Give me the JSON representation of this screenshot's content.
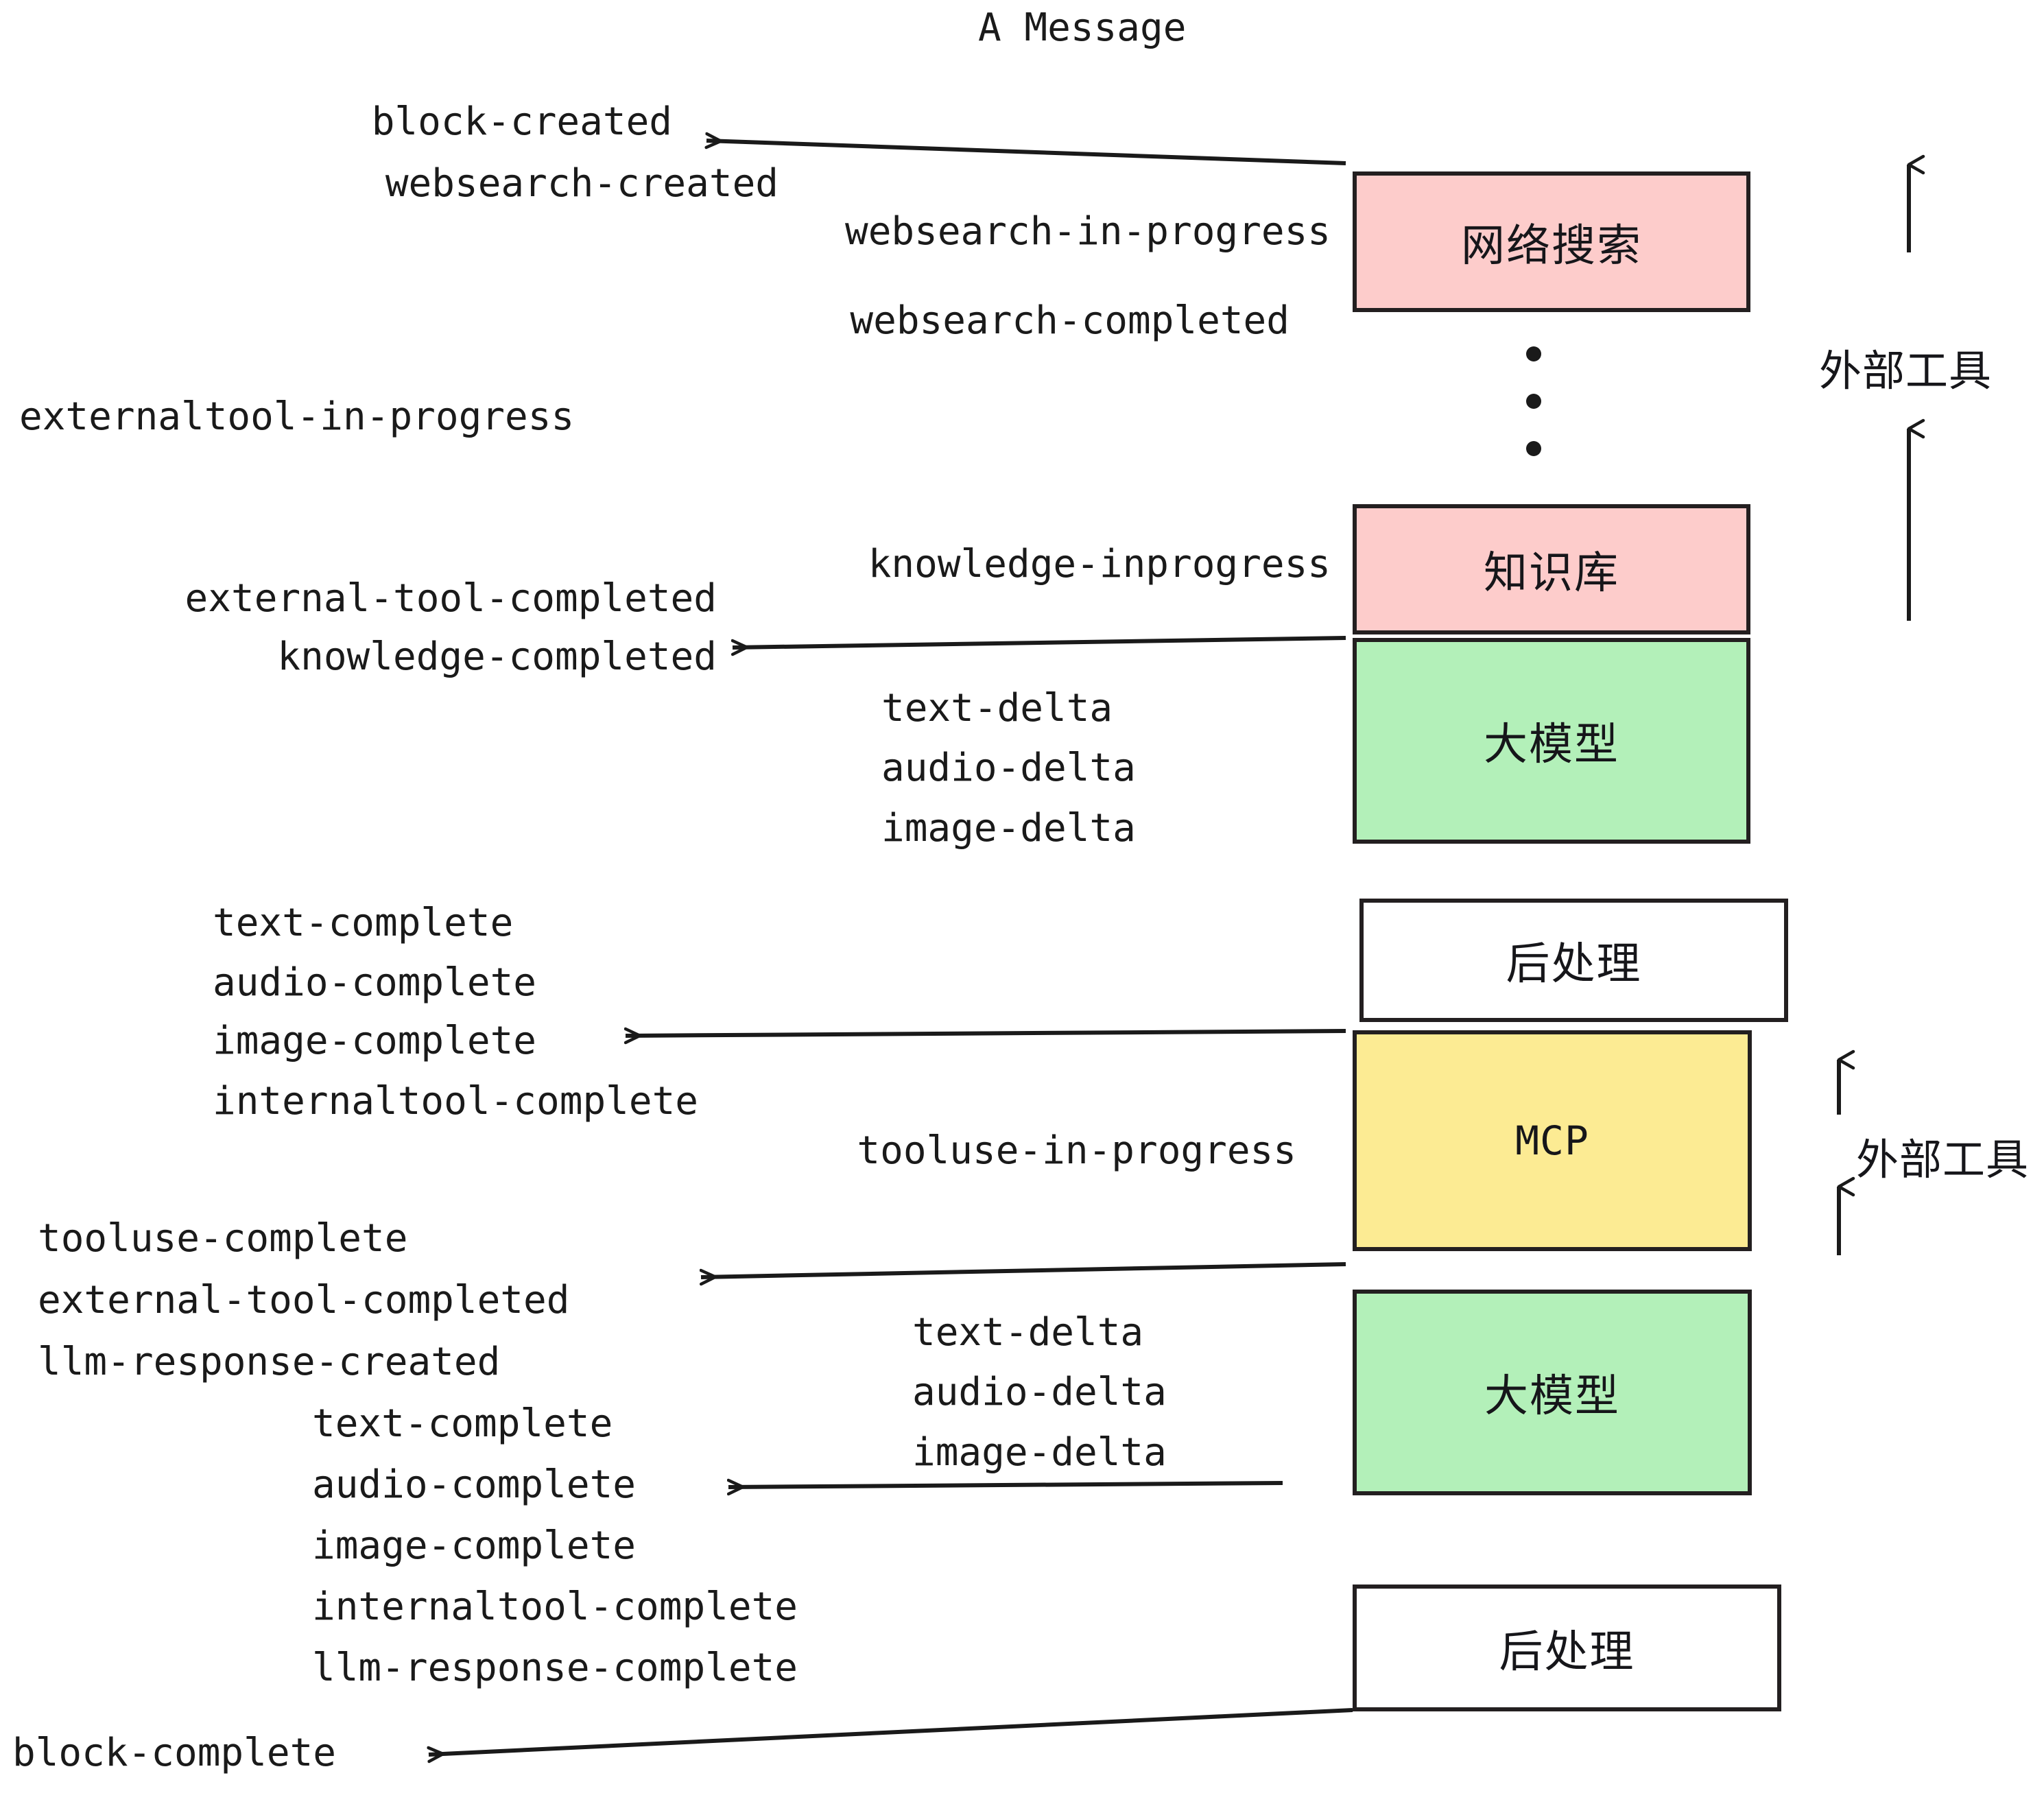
{
  "title": "A Message",
  "colors": {
    "pink": "#FDCCCB",
    "green": "#B3F0B9",
    "yellow": "#FCEB93",
    "white": "#FFFFFF",
    "stroke": "#231f20",
    "text": "#1a1a1a"
  },
  "nodes": [
    {
      "id": "websearch",
      "label": "网络搜索",
      "fill": "#FDCCCB",
      "script": "cjk"
    },
    {
      "id": "knowledge",
      "label": "知识库",
      "fill": "#FDCCCB",
      "script": "cjk"
    },
    {
      "id": "llm-1",
      "label": "大模型",
      "fill": "#B3F0B9",
      "script": "cjk"
    },
    {
      "id": "postproc-1",
      "label": "后处理",
      "fill": "#FFFFFF",
      "script": "cjk"
    },
    {
      "id": "mcp",
      "label": "MCP",
      "fill": "#FCEB93",
      "script": "latin"
    },
    {
      "id": "llm-2",
      "label": "大模型",
      "fill": "#B3F0B9",
      "script": "cjk"
    },
    {
      "id": "postproc-2",
      "label": "后处理",
      "fill": "#FFFFFF",
      "script": "cjk"
    }
  ],
  "side_labels": [
    {
      "id": "external-tools-top",
      "label": "外部工具"
    },
    {
      "id": "external-tools-bottom",
      "label": "外部工具"
    }
  ],
  "events": [
    {
      "id": "block-created",
      "label": "block-created",
      "align": "right"
    },
    {
      "id": "websearch-created",
      "label": "websearch-created",
      "align": "right"
    },
    {
      "id": "websearch-in-progress",
      "label": "websearch-in-progress",
      "align": "right"
    },
    {
      "id": "websearch-completed",
      "label": "websearch-completed",
      "align": "right"
    },
    {
      "id": "externaltool-in-progress",
      "label": "externaltool-in-progress",
      "align": "left"
    },
    {
      "id": "knowledge-inprogress",
      "label": "knowledge-inprogress",
      "align": "right"
    },
    {
      "id": "external-tool-completed-1",
      "label": "external-tool-completed",
      "align": "right"
    },
    {
      "id": "knowledge-completed",
      "label": "knowledge-completed",
      "align": "right"
    },
    {
      "id": "text-delta-1",
      "label": "text-delta",
      "align": "left"
    },
    {
      "id": "audio-delta-1",
      "label": "audio-delta",
      "align": "left"
    },
    {
      "id": "image-delta-1",
      "label": "image-delta",
      "align": "left"
    },
    {
      "id": "text-complete-1",
      "label": "text-complete",
      "align": "left"
    },
    {
      "id": "audio-complete-1",
      "label": "audio-complete",
      "align": "left"
    },
    {
      "id": "image-complete-1",
      "label": "image-complete",
      "align": "left"
    },
    {
      "id": "internaltool-complete-1",
      "label": "internaltool-complete",
      "align": "left"
    },
    {
      "id": "tooluse-in-progress",
      "label": "tooluse-in-progress",
      "align": "right"
    },
    {
      "id": "tooluse-complete",
      "label": "tooluse-complete",
      "align": "left"
    },
    {
      "id": "external-tool-completed-2",
      "label": "external-tool-completed",
      "align": "left"
    },
    {
      "id": "llm-response-created",
      "label": "llm-response-created",
      "align": "left"
    },
    {
      "id": "text-delta-2",
      "label": "text-delta",
      "align": "left"
    },
    {
      "id": "audio-delta-2",
      "label": "audio-delta",
      "align": "left"
    },
    {
      "id": "image-delta-2",
      "label": "image-delta",
      "align": "left"
    },
    {
      "id": "text-complete-2",
      "label": "text-complete",
      "align": "left"
    },
    {
      "id": "audio-complete-2",
      "label": "audio-complete",
      "align": "left"
    },
    {
      "id": "image-complete-2",
      "label": "image-complete",
      "align": "left"
    },
    {
      "id": "internaltool-complete-2",
      "label": "internaltool-complete",
      "align": "left"
    },
    {
      "id": "llm-response-complete",
      "label": "llm-response-complete",
      "align": "left"
    },
    {
      "id": "block-complete",
      "label": "block-complete",
      "align": "left"
    }
  ]
}
